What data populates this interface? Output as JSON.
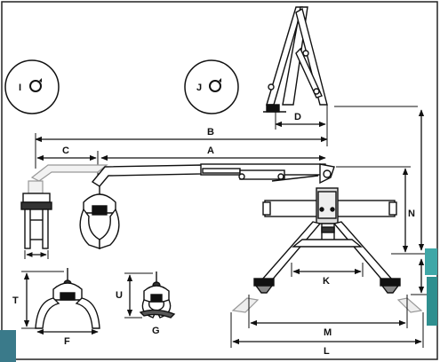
{
  "dimensions": {
    "A": "A",
    "B": "B",
    "C": "C",
    "D": "D",
    "F": "F",
    "G": "G",
    "K": "K",
    "L": "L",
    "M": "M",
    "N": "N",
    "T": "T",
    "U": "U"
  },
  "rotation_views": {
    "I": "I",
    "J": "J"
  }
}
